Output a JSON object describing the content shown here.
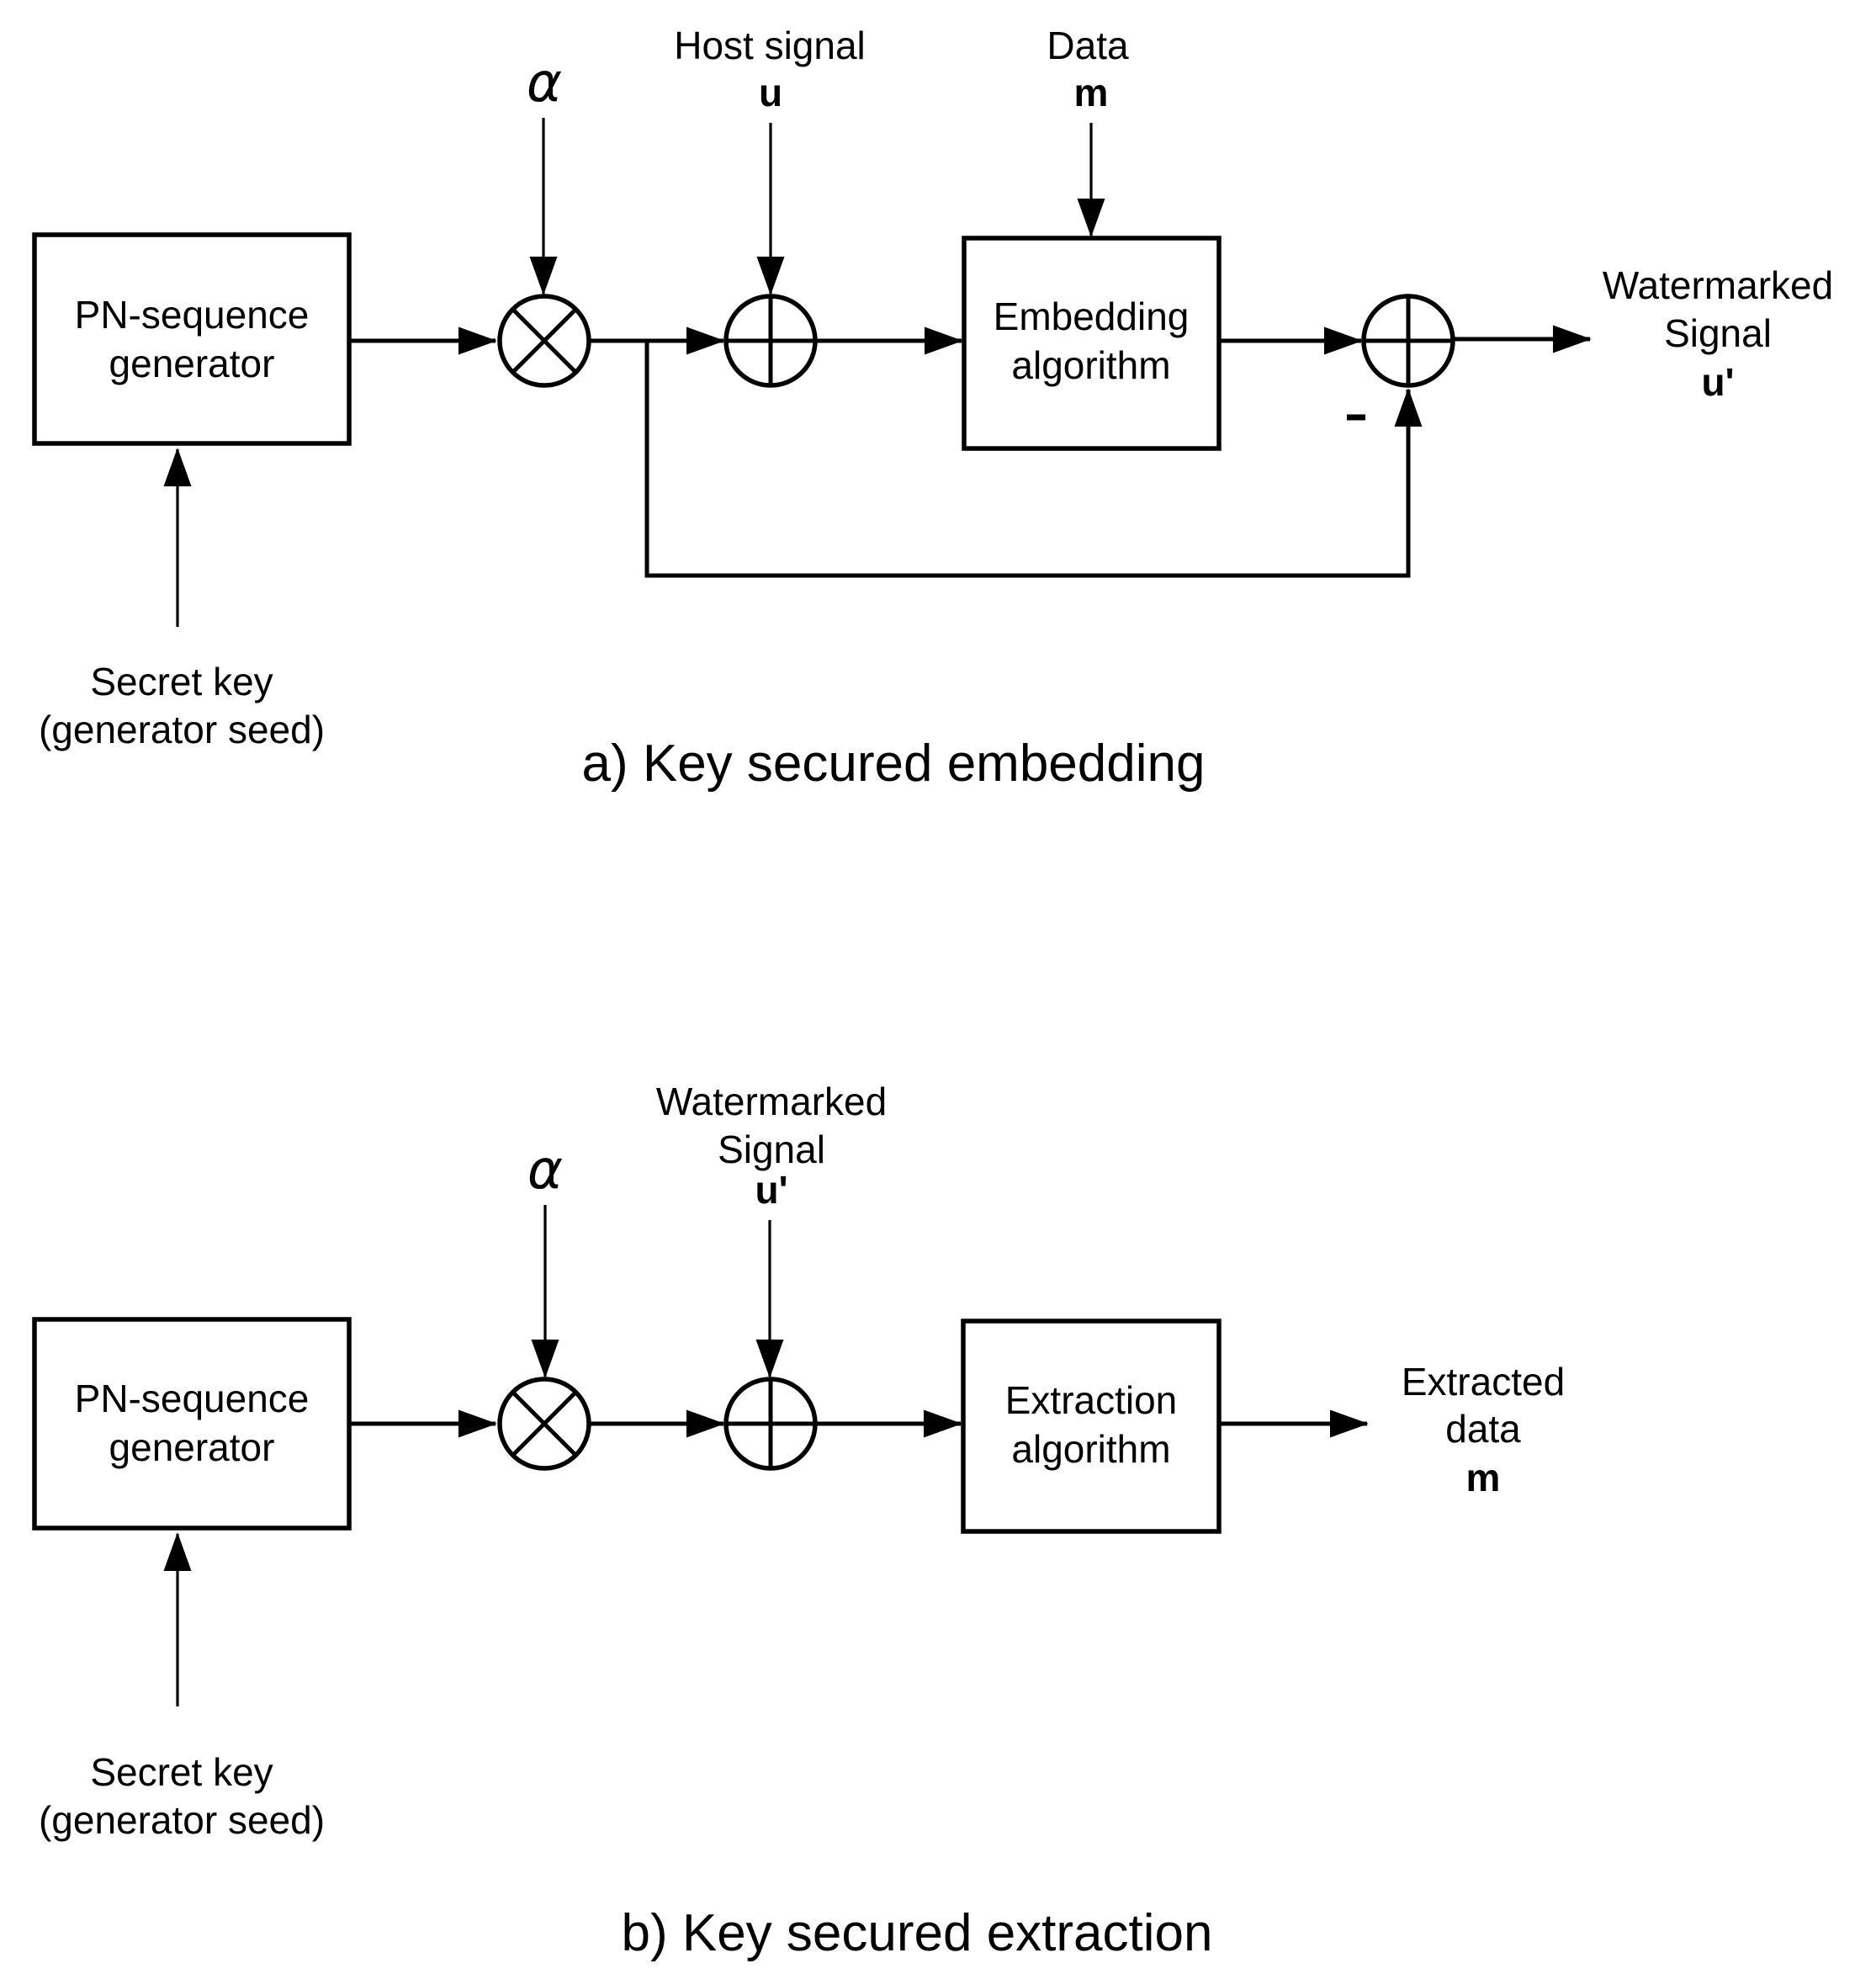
{
  "colors": {
    "ink": "#000000",
    "background": "#ffffff"
  },
  "diagram_a": {
    "caption": "a) Key secured embedding",
    "pn_generator": {
      "line1": "PN-sequence",
      "line2": "generator"
    },
    "alpha_symbol": "α",
    "host_signal": {
      "label": "Host signal",
      "symbol": "u"
    },
    "data_input": {
      "label": "Data",
      "symbol": "m"
    },
    "embedding_algorithm": {
      "line1": "Embedding",
      "line2": "algorithm"
    },
    "watermarked_output": {
      "line1": "Watermarked",
      "line2": "Signal",
      "symbol": "u'"
    },
    "minus_sign": "-",
    "secret_key": {
      "line1": "Secret key",
      "line2": "(generator seed)"
    }
  },
  "diagram_b": {
    "caption": "b) Key secured extraction",
    "pn_generator": {
      "line1": "PN-sequence",
      "line2": "generator"
    },
    "alpha_symbol": "α",
    "watermarked_input": {
      "line1": "Watermarked",
      "line2": "Signal",
      "symbol": "u'"
    },
    "extraction_algorithm": {
      "line1": "Extraction",
      "line2": "algorithm"
    },
    "extracted_output": {
      "line1": "Extracted",
      "line2": "data",
      "symbol": "m"
    },
    "secret_key": {
      "line1": "Secret key",
      "line2": "(generator seed)"
    }
  }
}
